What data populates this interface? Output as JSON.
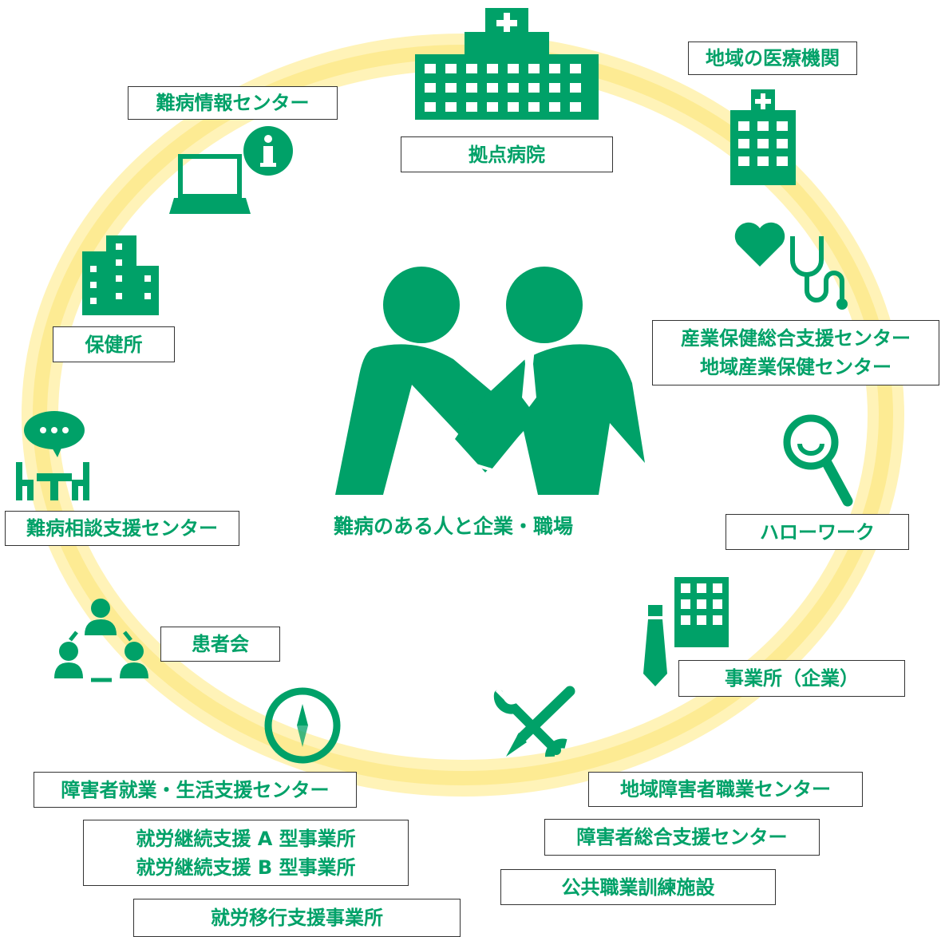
{
  "colors": {
    "primary": "#00a168",
    "ring": "#fde98a",
    "border": "#333333"
  },
  "center": {
    "label": "難病のある人と企業・職場"
  },
  "labels": {
    "kyoten": "拠点病院",
    "chiiki_iryo": "地域の医療機関",
    "nanbyo_joho": "難病情報センター",
    "hokenjo": "保健所",
    "sangyo_line1": "産業保健総合支援センター",
    "sangyo_line2": "地域産業保健センター",
    "nanbyo_sodan": "難病相談支援センター",
    "hellowork": "ハローワーク",
    "kanjakai": "患者会",
    "jigyosho": "事業所（企業）",
    "shugyo_seikatsu": "障害者就業・生活支援センター",
    "keizoku_a": "就労継続支援 A 型事業所",
    "keizoku_b": "就労継続支援 B 型事業所",
    "iko": "就労移行支援事業所",
    "chiiki_shokugyo": "地域障害者職業センター",
    "sogo": "障害者総合支援センター",
    "kokyo": "公共職業訓練施設"
  },
  "icons": [
    "hospital-icon",
    "clinic-icon",
    "info-icon",
    "laptop-icon",
    "building-icon",
    "heart-icon",
    "stethoscope-icon",
    "consultation-icon",
    "magnifier-icon",
    "company-building-icon",
    "necktie-icon",
    "group-icon",
    "compass-icon",
    "wrench-icon",
    "pencil-icon",
    "handshake-icon"
  ]
}
